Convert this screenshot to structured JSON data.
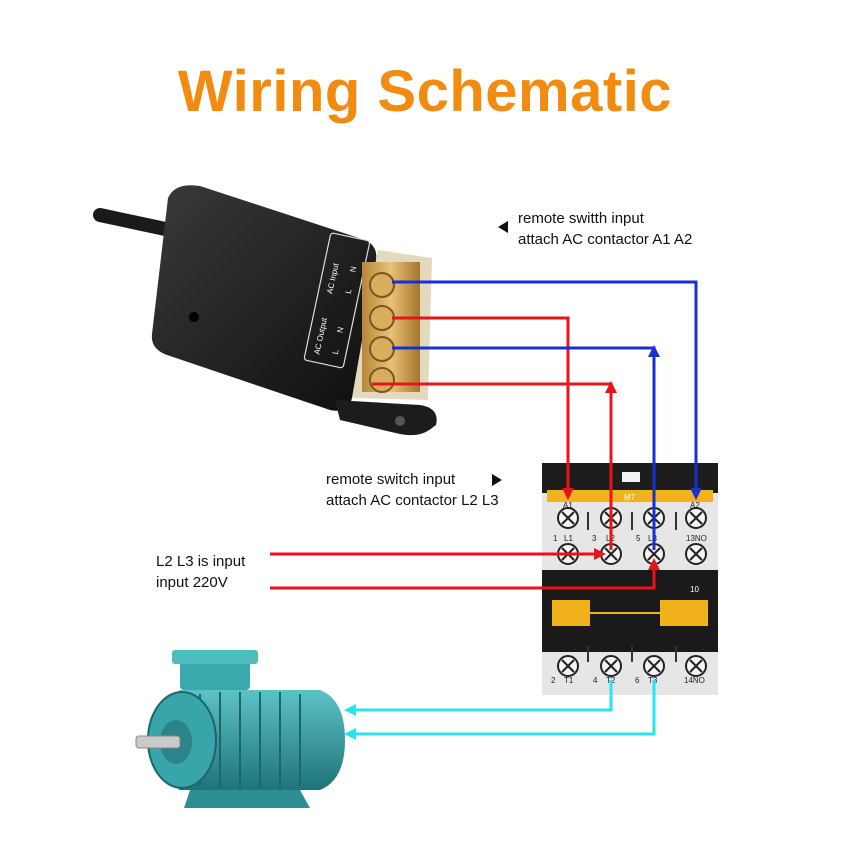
{
  "title": "Wiring Schematic",
  "labels": {
    "top_line1": "remote switth input",
    "top_line2": "attach AC contactor A1 A2",
    "mid_line1": "remote switch input",
    "mid_line2": "attach AC contactor L2 L3",
    "left_line1": "L2 L3 is input",
    "left_line2": "input 220V"
  },
  "receiver": {
    "output_label": "AC Output",
    "input_label": "AC Input",
    "L": "L",
    "N": "N"
  },
  "contactor": {
    "model": "M7",
    "top_small": [
      "1",
      "3",
      "5"
    ],
    "top_terms": [
      "L1",
      "L2",
      "L3",
      "13NO"
    ],
    "coil_terms": [
      "A1",
      "A2"
    ],
    "aux_number": "10",
    "bottom_small": [
      "2",
      "4",
      "6"
    ],
    "bottom_terms": [
      "T1",
      "T2",
      "T3",
      "14NO"
    ]
  },
  "colors": {
    "title": "#f28c10",
    "phase_wire": "#e8141b",
    "neutral_wire": "#1a2fd0",
    "motor_wire": "#29e3ef",
    "contactor_accent": "#f2b21b",
    "motor_body": "#2f9aa0"
  }
}
